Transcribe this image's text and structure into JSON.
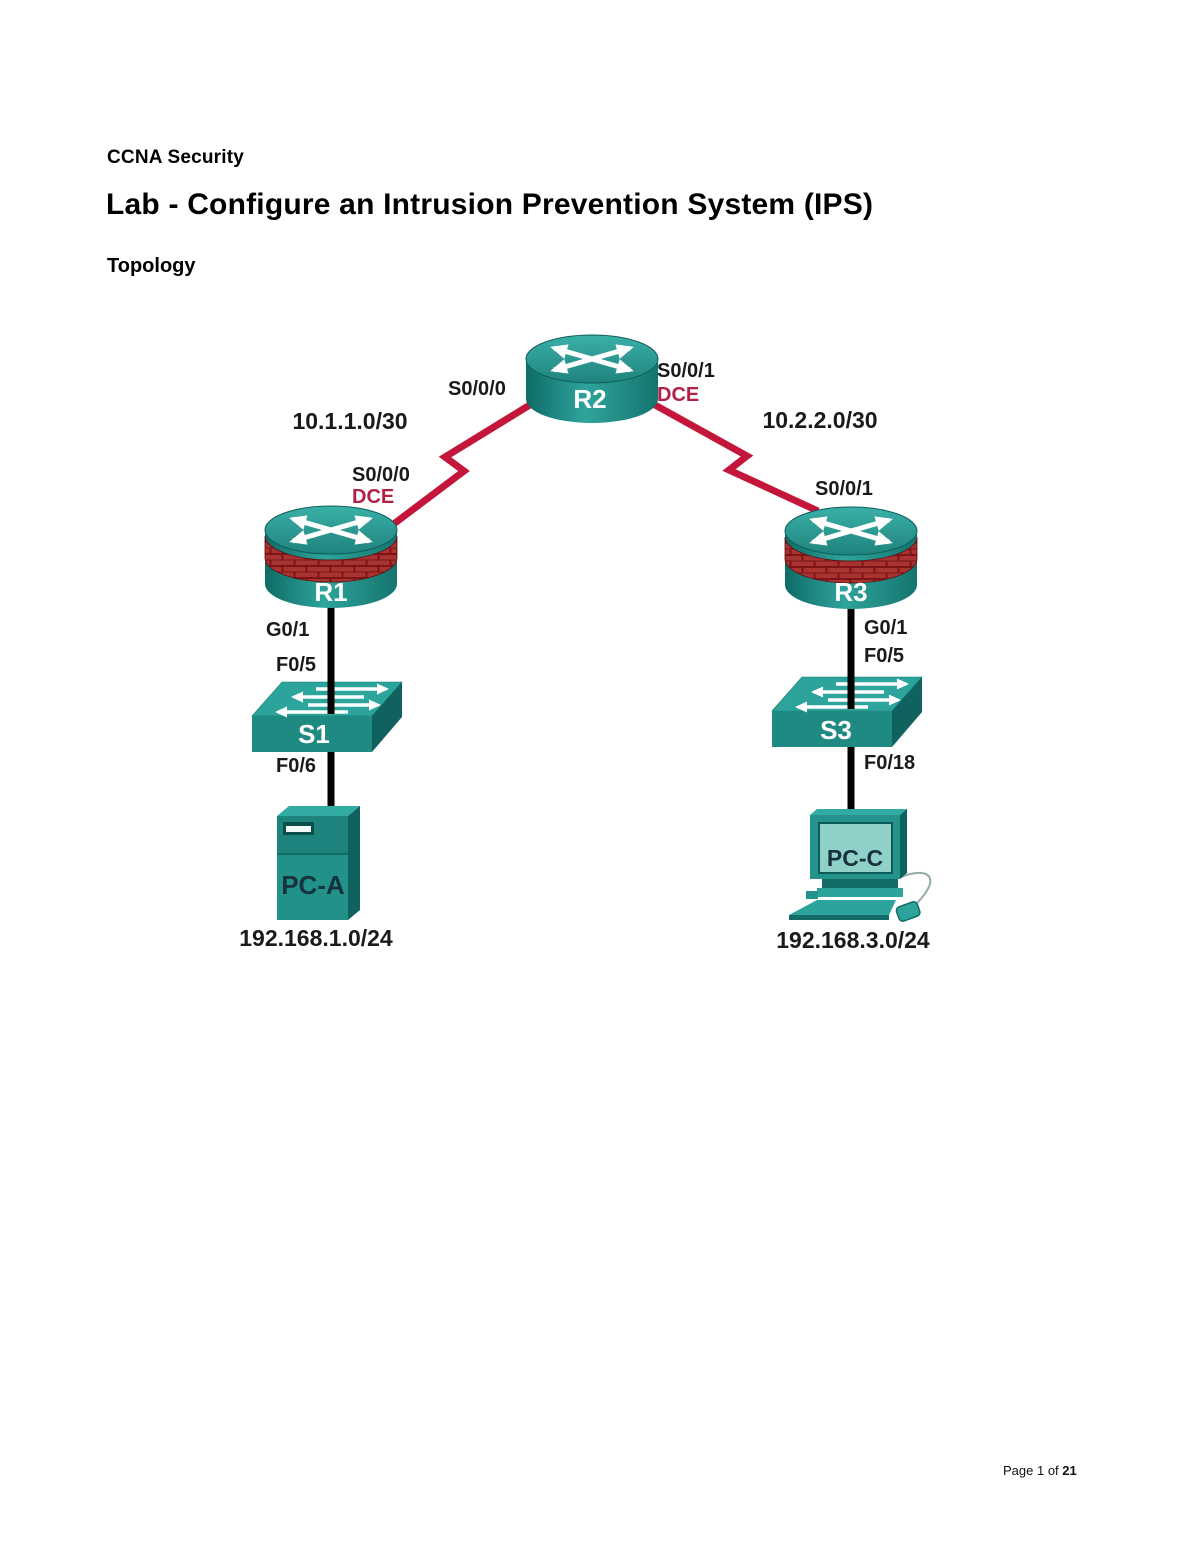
{
  "document": {
    "course": "CCNA Security",
    "title": "Lab - Configure an Intrusion Prevention System (IPS)",
    "section": "Topology",
    "footer": {
      "prefix": "Page 1 of ",
      "total": "21"
    }
  },
  "topology": {
    "device_labels": {
      "r1": "R1",
      "r2": "R2",
      "r3": "R3",
      "s1": "S1",
      "s3": "S3",
      "pc_a": "PC-A",
      "pc_c": "PC-C"
    },
    "interface_labels": {
      "r2_left": "S0/0/0",
      "r2_right": "S0/0/1",
      "r2_right_dce": "DCE",
      "r1_serial": "S0/0/0",
      "r1_serial_dce": "DCE",
      "r3_serial": "S0/0/1",
      "r1_lan": "G0/1",
      "s1_up": "F0/5",
      "s1_down": "F0/6",
      "r3_lan": "G0/1",
      "s3_up": "F0/5",
      "s3_down": "F0/18"
    },
    "network_labels": {
      "wan_left": "10.1.1.0/30",
      "wan_right": "10.2.2.0/30",
      "lan_left": "192.168.1.0/24",
      "lan_right": "192.168.3.0/24"
    },
    "colors": {
      "device_teal": "#1F8A82",
      "device_teal_light": "#2CA49B",
      "device_teal_dark": "#0F625D",
      "serial_link": "#C3163A",
      "dce_text": "#B22247",
      "firewall_brick": "#8E1A1D",
      "ethernet_link": "#000000"
    }
  }
}
